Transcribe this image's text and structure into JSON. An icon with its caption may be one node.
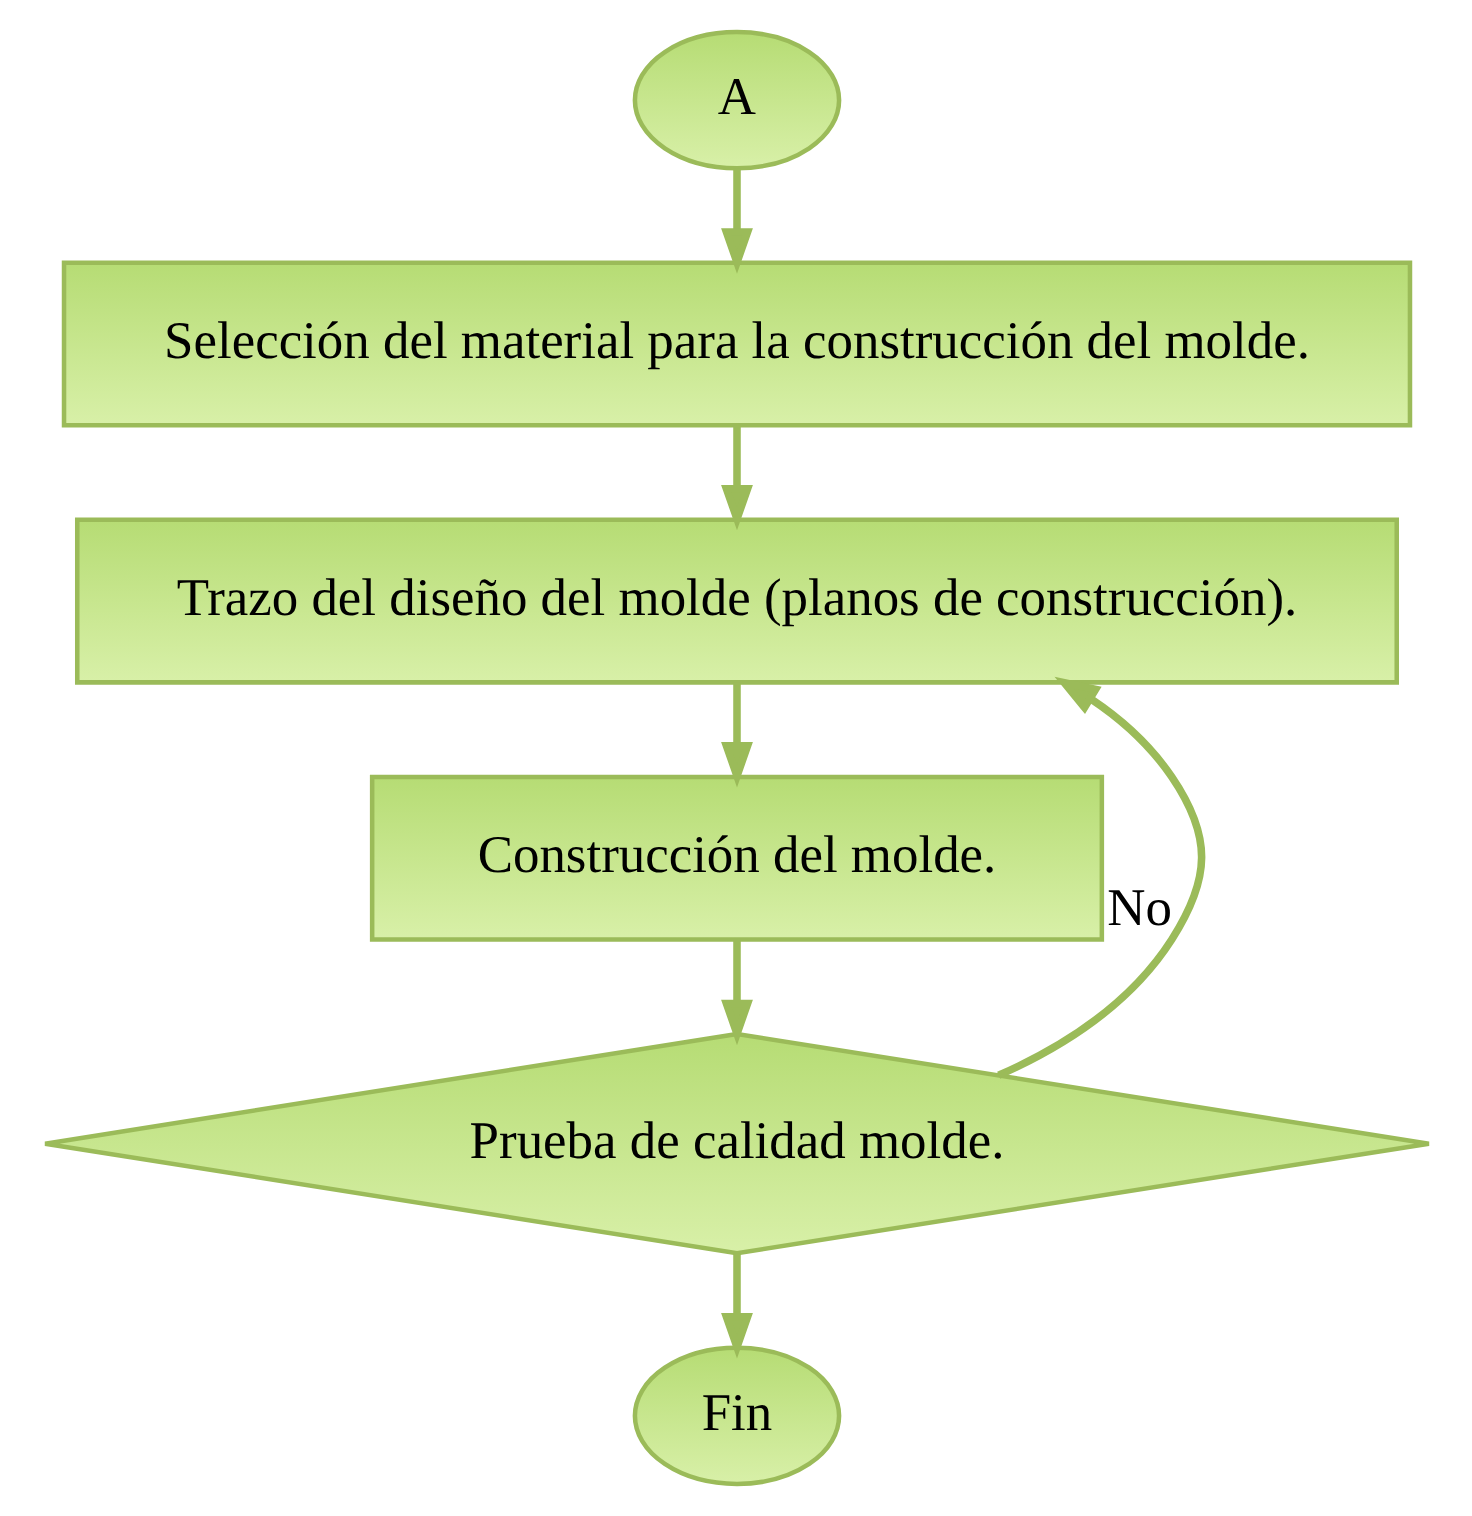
{
  "diagram": {
    "nodes": [
      {
        "text": [
          "A"
        ]
      },
      {
        "text": [
          "Selección del material para la construcción del molde."
        ]
      },
      {
        "text": [
          "Trazo del diseño del molde (planos de construcción)."
        ]
      },
      {
        "text": [
          "Construcción del molde."
        ]
      },
      {
        "text": [
          "Prueba de calidad molde."
        ]
      },
      {
        "text": [
          "Fin"
        ]
      }
    ],
    "edges": [
      {
        "from": 0,
        "to": 1,
        "arrow": "to"
      },
      {
        "from": 1,
        "to": 2,
        "arrow": "to"
      },
      {
        "from": 2,
        "to": 3,
        "arrow": "to"
      },
      {
        "from": 3,
        "to": 4,
        "arrow": "to"
      },
      {
        "from": 4,
        "to": 2,
        "arrow": "to",
        "label": "No"
      },
      {
        "from": 4,
        "to": 5,
        "arrow": "to"
      }
    ]
  }
}
